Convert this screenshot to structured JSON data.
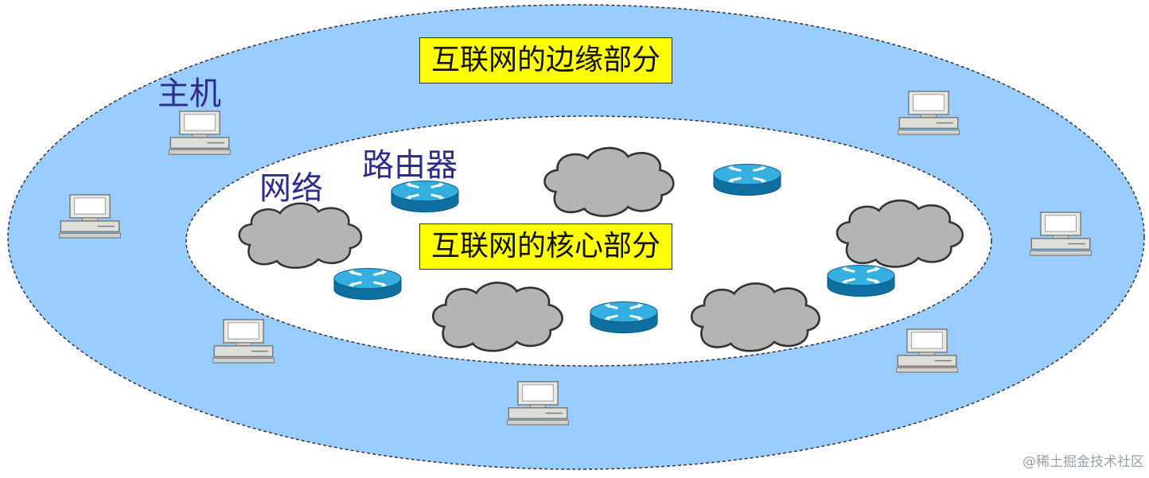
{
  "labels": {
    "edge_title": "互联网的边缘部分",
    "core_title": "互联网的核心部分",
    "host": "主机",
    "network": "网络",
    "router": "路由器"
  },
  "watermark": "@稀土掘金技术社区",
  "colors": {
    "edge_fill": "#99ccff",
    "core_fill": "#ffffff",
    "cloud_fill": "#b4b4b4",
    "router_blue": "#1a8fc0",
    "label_box": "#ffff00",
    "label_text_blue": "#2c2c8c"
  },
  "icons": {
    "host": "desktop-computer-icon",
    "router": "router-icon",
    "network": "cloud-network-icon"
  }
}
